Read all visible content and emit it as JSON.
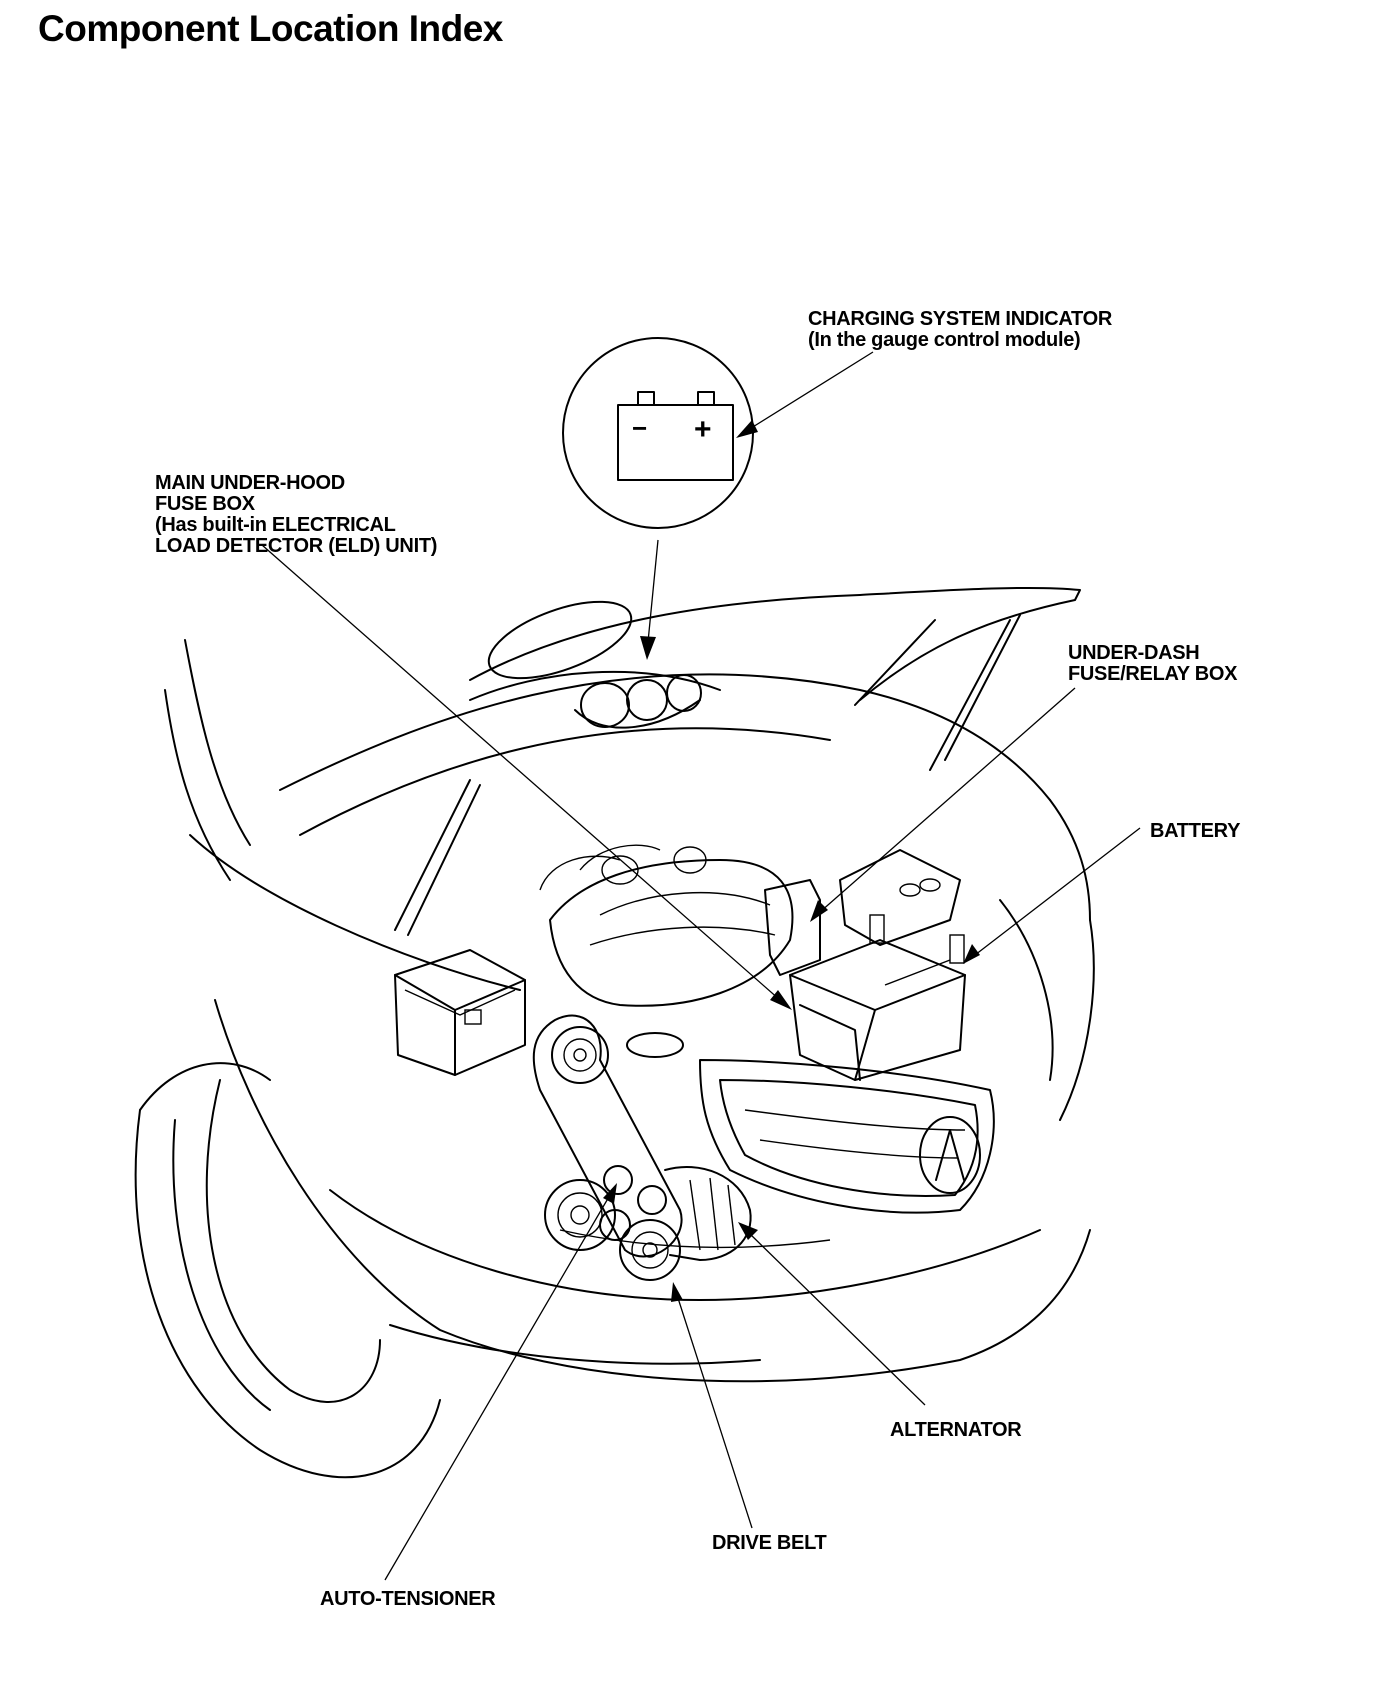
{
  "title": "Component Location Index",
  "callouts": {
    "charging_indicator": [
      "CHARGING SYSTEM INDICATOR",
      "(In the gauge control module)"
    ],
    "main_fuse_box": [
      "MAIN UNDER-HOOD",
      "FUSE BOX",
      "(Has built-in ELECTRICAL",
      "LOAD DETECTOR (ELD) UNIT)"
    ],
    "under_dash": [
      "UNDER-DASH",
      "FUSE/RELAY BOX"
    ],
    "battery": "BATTERY",
    "alternator": "ALTERNATOR",
    "drive_belt": "DRIVE BELT",
    "auto_tensioner": "AUTO-TENSIONER"
  },
  "indicator_symbols": {
    "minus": "−",
    "plus": "+"
  }
}
